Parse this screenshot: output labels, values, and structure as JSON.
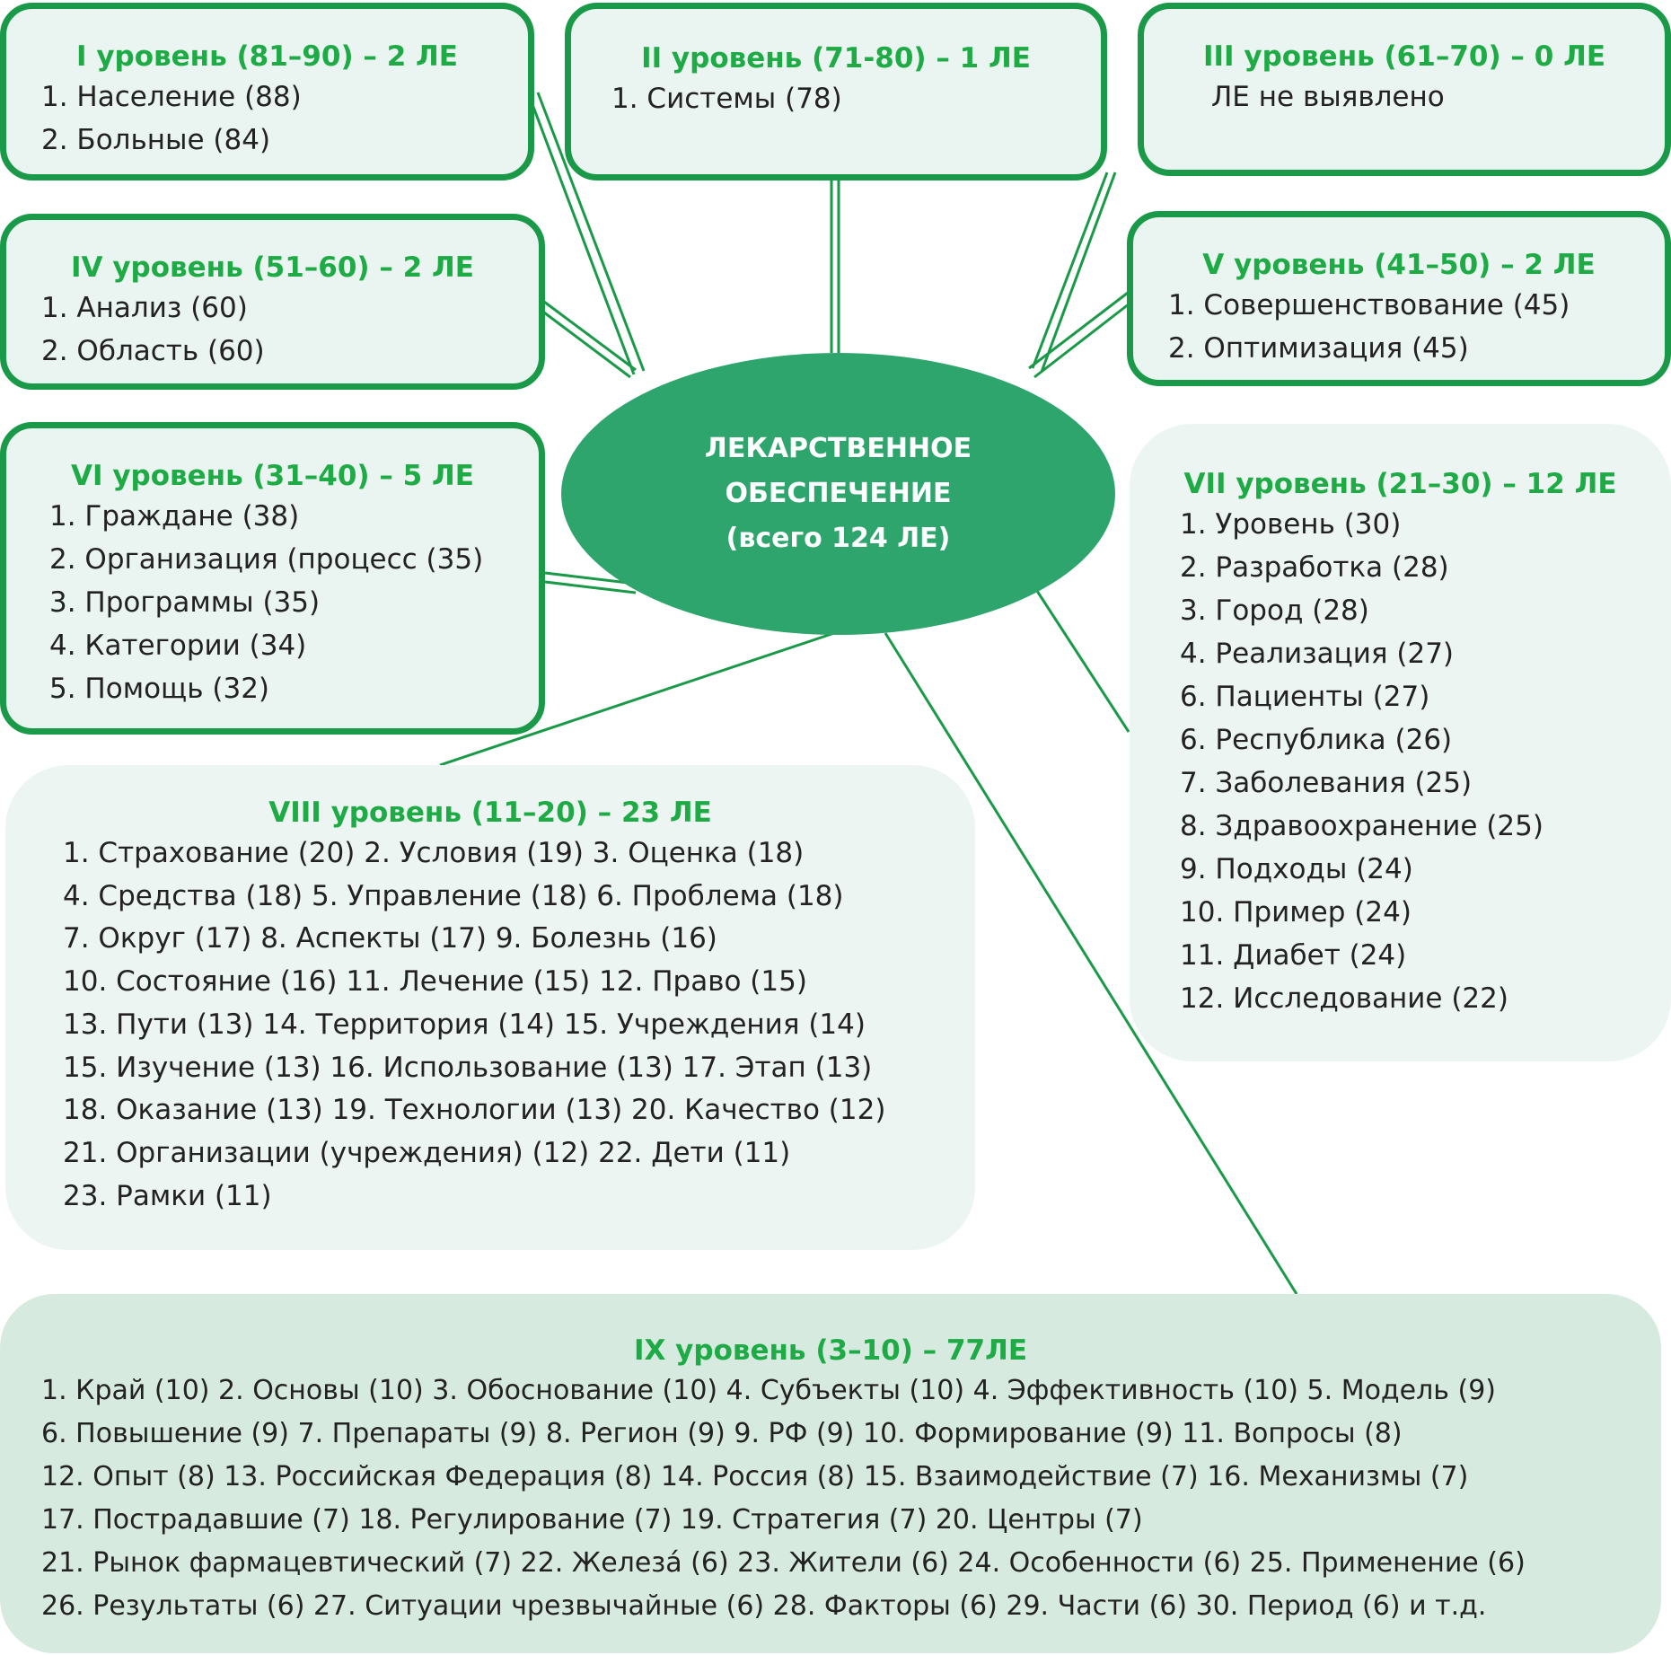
{
  "center": {
    "lines": [
      "ЛЕКАРСТВЕННОЕ",
      "ОБЕСПЕЧЕНИЕ",
      "(всего 124 ЛЕ)"
    ]
  },
  "levels": [
    {
      "key": "l1",
      "title": "I уровень (81–90) – 2 ЛЕ",
      "items": [
        "1. Население (88)",
        "2. Больные (84)"
      ]
    },
    {
      "key": "l2",
      "title": "II уровень (71-80) – 1 ЛЕ",
      "items": [
        "1. Системы (78)"
      ]
    },
    {
      "key": "l3",
      "title": "III уровень (61–70) – 0 ЛЕ",
      "items": [
        "ЛЕ не выявлено"
      ]
    },
    {
      "key": "l4",
      "title": "IV уровень (51–60) – 2 ЛЕ",
      "items": [
        "1. Анализ (60)",
        "2. Область (60)"
      ]
    },
    {
      "key": "l5",
      "title": "V уровень (41–50) – 2 ЛЕ",
      "items": [
        "1. Совершенствование (45)",
        "2. Оптимизация (45)"
      ]
    },
    {
      "key": "l6",
      "title": "VI уровень (31–40) – 5 ЛЕ",
      "items": [
        "1. Граждане (38)",
        "2. Организация (процесс (35)",
        "3. Программы (35)",
        "4. Категории (34)",
        "5. Помощь (32)"
      ]
    },
    {
      "key": "l7",
      "title": "VII уровень (21–30) – 12 ЛЕ",
      "items": [
        "1. Уровень (30)",
        "2. Разработка (28)",
        "3. Город (28)",
        "4. Реализация (27)",
        "6. Пациенты (27)",
        "6. Республика (26)",
        "7. Заболевания (25)",
        "8. Здравоохранение (25)",
        "9. Подходы (24)",
        "10. Пример (24)",
        "11. Диабет (24)",
        "12. Исследование (22)"
      ]
    },
    {
      "key": "l8",
      "title": "VIII уровень (11–20) – 23 ЛЕ",
      "items": [
        "1. Страхование (20) 2. Условия (19) 3. Оценка (18)",
        "4. Средства (18) 5. Управление (18) 6. Проблема (18)",
        "7. Округ (17) 8. Аспекты (17) 9. Болезнь (16)",
        "10. Состояние (16) 11. Лечение (15) 12. Право (15)",
        "13. Пути (13) 14. Территория (14) 15. Учреждения (14)",
        "15. Изучение (13) 16. Использование (13) 17. Этап (13)",
        "18. Оказание (13) 19. Технологии (13) 20. Качество (12)",
        "21. Организации (учреждения) (12) 22. Дети (11)",
        "23. Рамки (11)"
      ]
    },
    {
      "key": "l9",
      "title": "IX уровень (3–10) – 77ЛЕ",
      "items": [
        "1. Край (10) 2. Основы (10) 3. Обоснование (10) 4. Субъекты (10) 4. Эффективность (10) 5. Модель (9)",
        "6. Повышение (9) 7. Препараты (9) 8. Регион (9) 9. РФ (9) 10. Формирование (9) 11. Вопросы (8)",
        "12. Опыт (8) 13. Российская Федерация (8) 14. Россия (8) 15. Взаимодействие (7) 16. Механизмы (7)",
        "17. Пострадавшие (7) 18. Регулирование (7) 19. Стратегия (7) 20. Центры (7)",
        "21. Рынок фармацевтический (7) 22. Железá (6) 23. Жители (6) 24. Особенности (6) 25. Применение (6)",
        "26. Результаты (6) 27. Ситуации чрезвычайные (6) 28. Факторы (6) 29. Части (6) 30. Период (6) и т.д."
      ]
    }
  ],
  "colors": {
    "accent_green": "#1eaa45",
    "border_green": "#1a9a48",
    "center_fill": "#2fa56e",
    "box_fill": "#eaf4f1",
    "bottom_fill": "#d7eadf"
  }
}
